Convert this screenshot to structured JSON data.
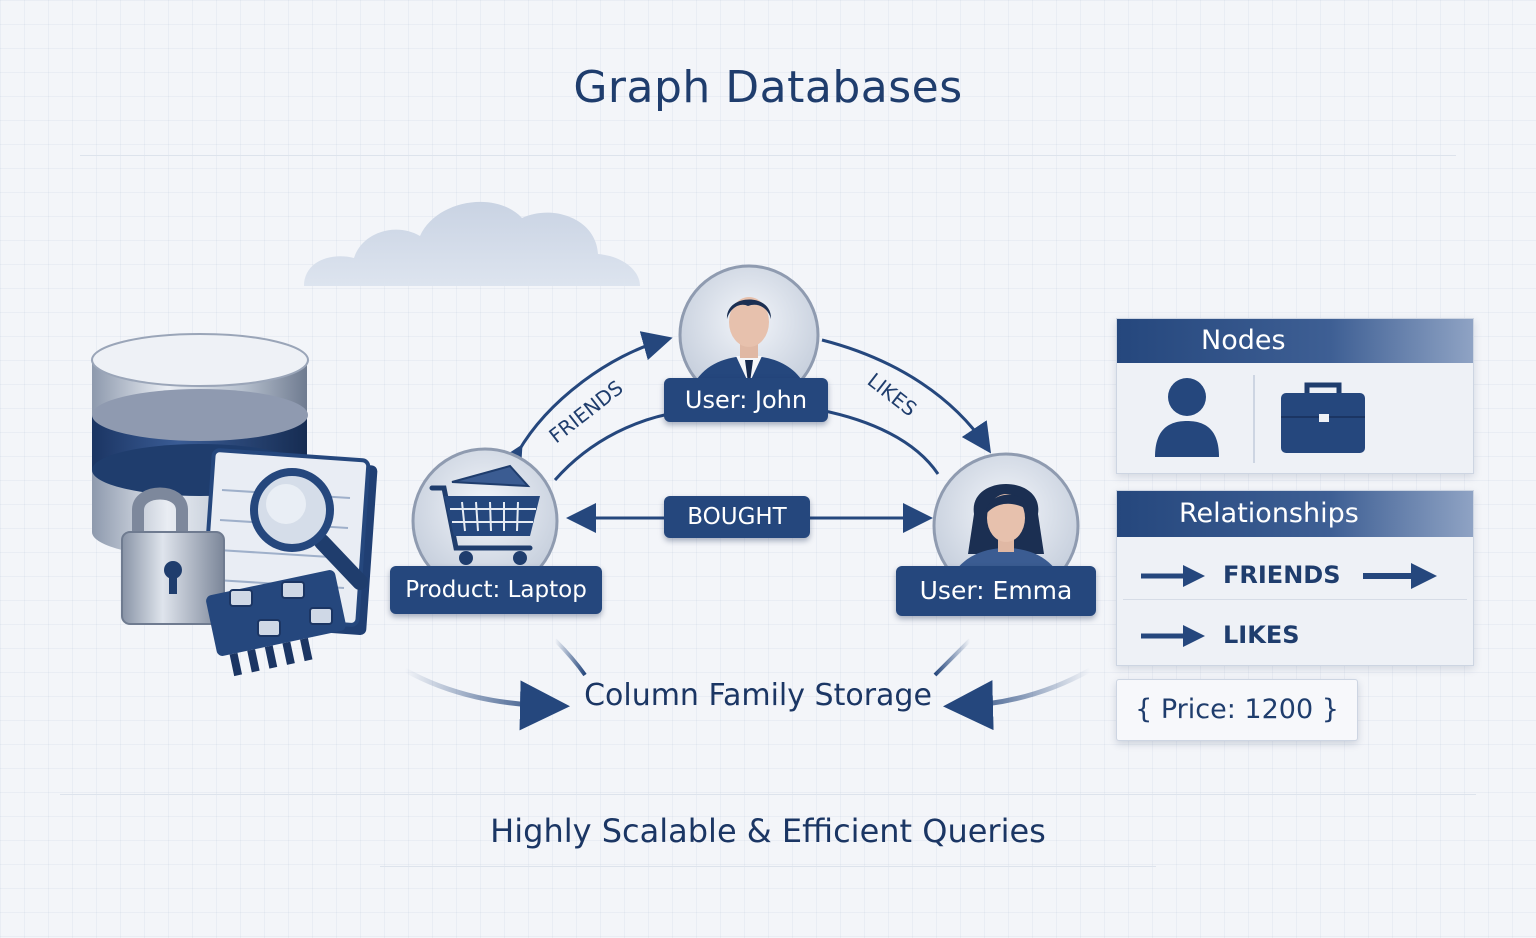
{
  "title": "Graph Databases",
  "footer": "Highly Scalable & Efficient Queries",
  "nodes": {
    "john": "User: John",
    "emma": "User: Emma",
    "laptop": "Product: Laptop"
  },
  "edges": {
    "friends": "FRIENDS",
    "likes": "LIKES",
    "bought": "BOUGHT"
  },
  "storage_label": "Column Family Storage",
  "legend": {
    "nodes_title": "Nodes",
    "relationships_title": "Relationships",
    "relationships": [
      "FRIENDS",
      "LIKES"
    ]
  },
  "property": "{ Price:  1200 }",
  "colors": {
    "navy": "#25477d",
    "dark_text": "#1f3d6d",
    "background": "#f3f5f9"
  },
  "icons": [
    "database-icon",
    "lock-icon",
    "magnifier-icon",
    "chip-icon",
    "cloud-icon",
    "person-icon",
    "briefcase-icon",
    "shopping-cart-icon"
  ]
}
